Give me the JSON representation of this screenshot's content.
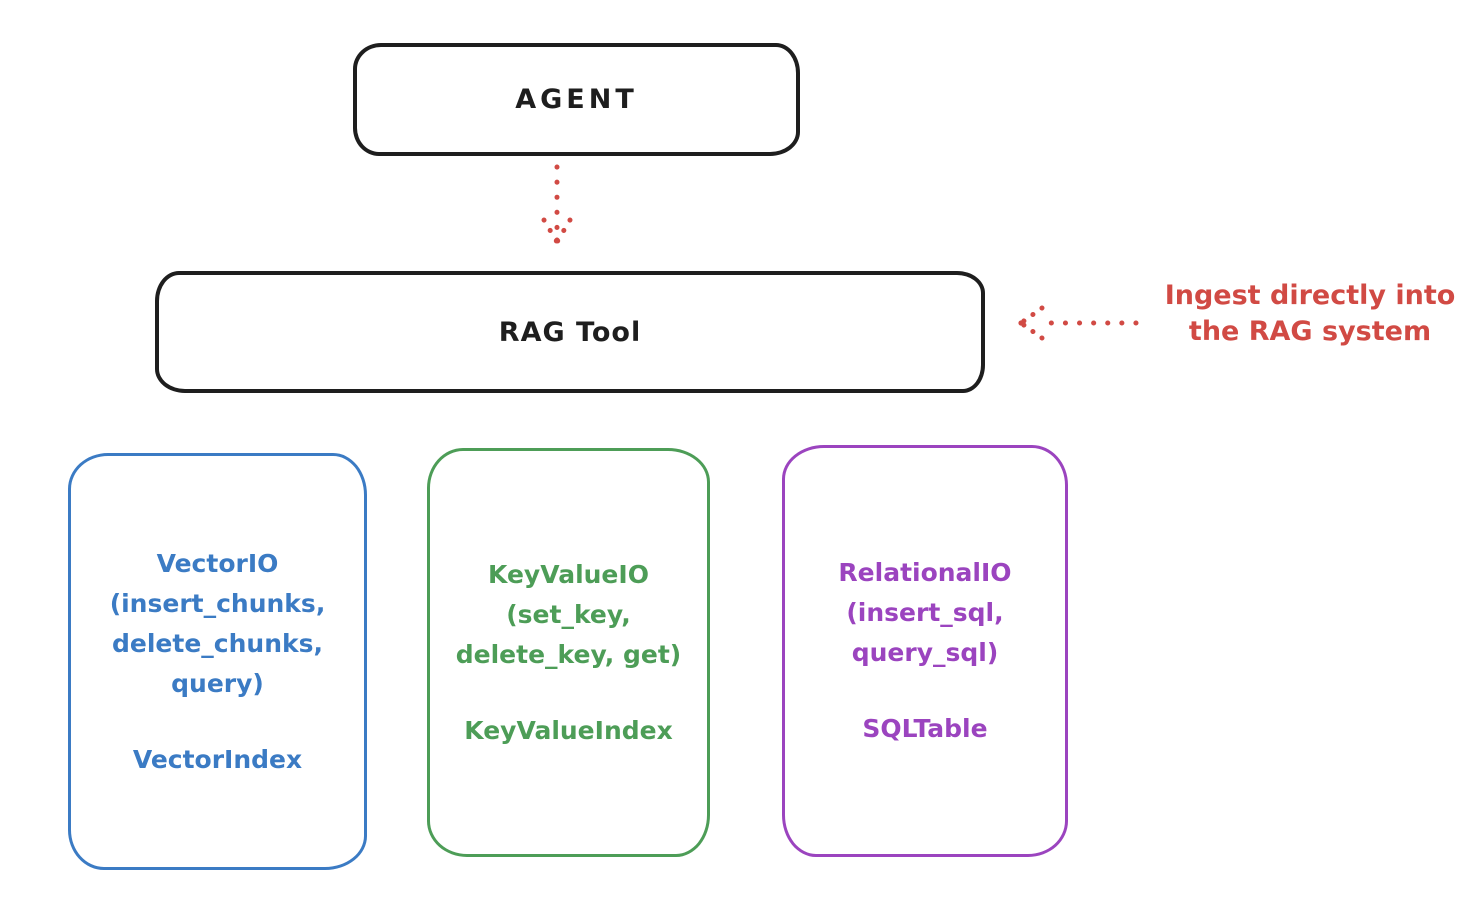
{
  "diagram": {
    "nodes": {
      "agent": {
        "label": "AGENT"
      },
      "rag_tool": {
        "label": "RAG Tool"
      },
      "vector_io": {
        "body": "VectorIO\n(insert_chunks,\ndelete_chunks,\nquery)",
        "index_label": "VectorIndex",
        "color": "#3b7bc4"
      },
      "key_value_io": {
        "body": "KeyValueIO\n(set_key,\ndelete_key, get)",
        "index_label": "KeyValueIndex",
        "color": "#4d9d57"
      },
      "relational_io": {
        "body": "RelationalIO\n(insert_sql,\nquery_sql)",
        "index_label": "SQLTable",
        "color": "#9b44bf"
      }
    },
    "annotation": {
      "text": "Ingest directly into\nthe RAG system",
      "color": "#d14a44"
    },
    "arrows": {
      "agent_to_rag": "dotted-arrow-down",
      "ingest_to_rag": "dotted-arrow-left"
    },
    "colors": {
      "stroke_black": "#1e1e1e",
      "red": "#d14a44",
      "blue": "#3b7bc4",
      "green": "#4d9d57",
      "purple": "#9b44bf",
      "background": "#ffffff"
    }
  }
}
